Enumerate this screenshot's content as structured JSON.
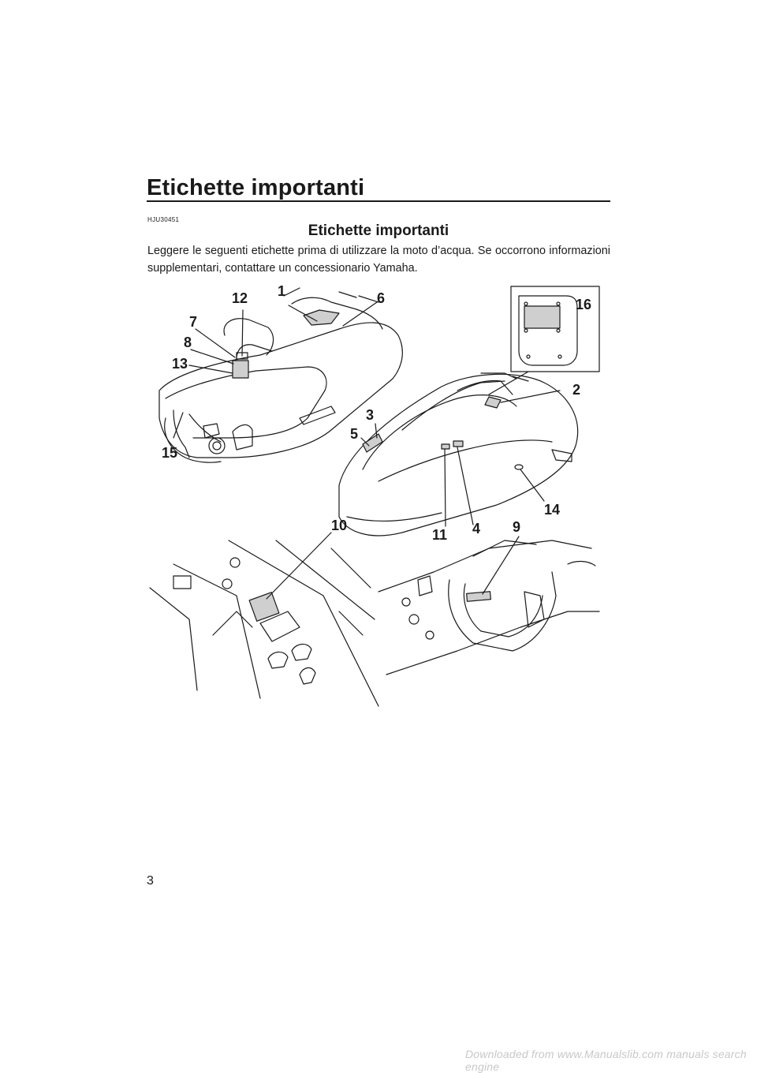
{
  "header": {
    "title": "Etichette importanti"
  },
  "section": {
    "code": "HJU30451",
    "title": "Etichette importanti",
    "intro": "Leggere le seguenti etichette prima di utilizzare la moto d’acqua. Se occorrono informazioni supplementari, contattare un concessionario Yamaha."
  },
  "figure": {
    "callouts": {
      "c1": "1",
      "c2": "2",
      "c3": "3",
      "c4": "4",
      "c5": "5",
      "c6": "6",
      "c7": "7",
      "c8": "8",
      "c9": "9",
      "c10": "10",
      "c11": "11",
      "c12": "12",
      "c13": "13",
      "c14": "14",
      "c15": "15",
      "c16": "16"
    }
  },
  "footer": {
    "page_number": "3",
    "watermark": "Downloaded from www.Manualslib.com manuals search engine"
  }
}
